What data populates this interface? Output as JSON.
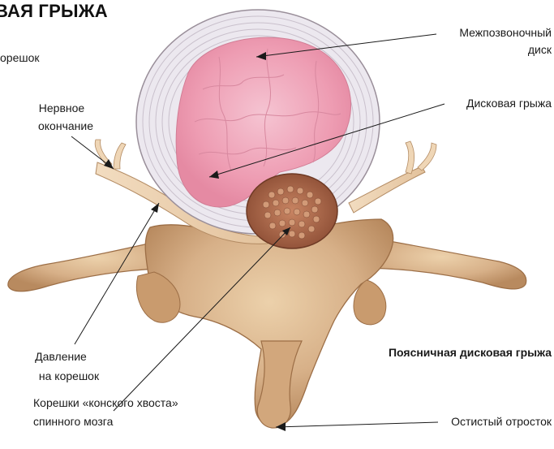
{
  "title": "ВАЯ ГРЫЖА",
  "labels": {
    "koreshok_top": "орешок",
    "nerve_ending_1": "Нервное",
    "nerve_ending_2": "окончание",
    "disc_1": "Межпозвоночный",
    "disc_2": "диск",
    "hernia": "Дисковая грыжа",
    "pressure_1": "Давление",
    "pressure_2": "на корешок",
    "lumbar": "Поясничная дисковая грыжа",
    "cauda_1": "Корешки «конского хвоста»",
    "cauda_2": "спинного мозга",
    "spinous": "Остистый отросток"
  },
  "colors": {
    "bone": "#d9b48a",
    "bone_shadow": "#a7784f",
    "disc_ring": "#e6e0ea",
    "nucleus": "#ef9fb3",
    "hernia_mass": "#b06a4a",
    "pointer": "#1a1a1a"
  }
}
